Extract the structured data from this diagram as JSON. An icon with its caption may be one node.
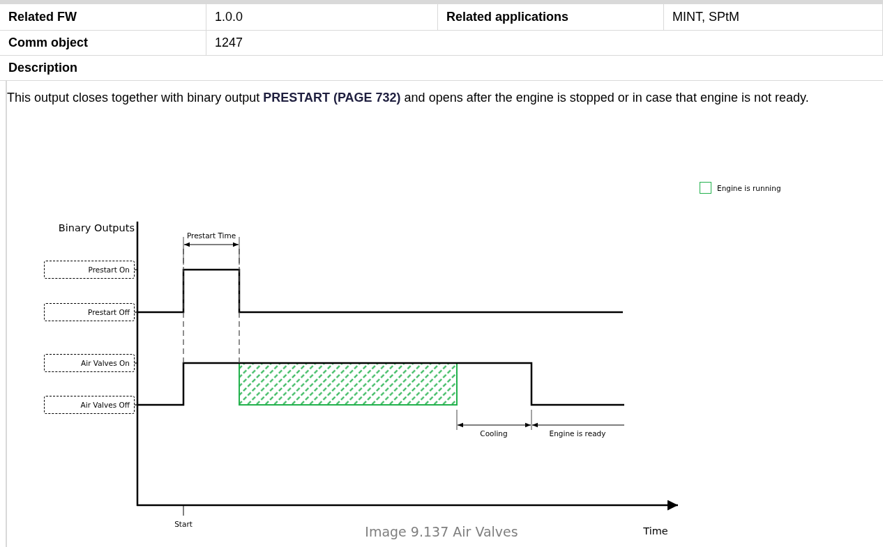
{
  "diagram": {
    "caption": "Image 9.137 Air Valves",
    "nodes": [
      {
        "text": [
          "Prestart On"
        ]
      },
      {
        "text": [
          "Prestart Off"
        ]
      },
      {
        "text": [
          "Air Valves On"
        ]
      },
      {
        "text": [
          "Air Valves Off"
        ]
      }
    ],
    "labels": [
      "Related FW",
      "1.0.0",
      "Related applications",
      "MINT, SPtM",
      "Comm object",
      "1247",
      "Description",
      "This output closes together with binary output **PRESTART (PAGE 732)** and opens after the engine is stopped or in case that engine is not ready.",
      "Binary Outputs",
      "Prestart Time",
      "Cooling",
      "Engine is ready",
      "Start",
      "Time"
    ],
    "legend": [
      {
        "text": "Engine is running",
        "color": "#22b14c"
      }
    ]
  }
}
